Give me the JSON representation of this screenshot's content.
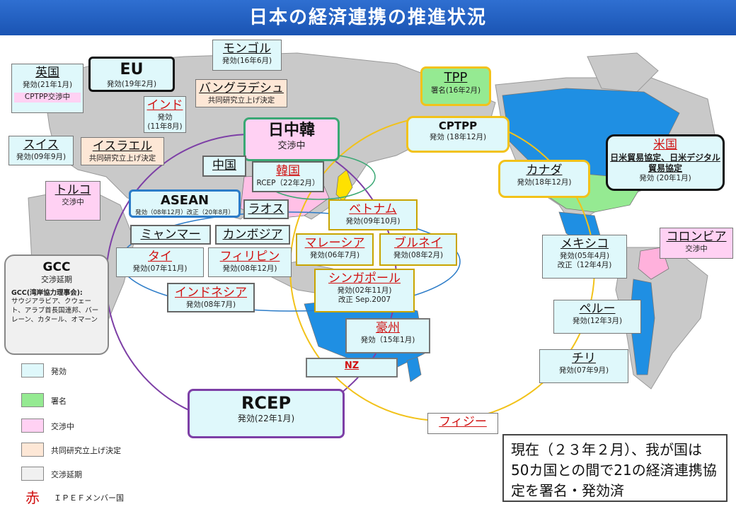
{
  "page": {
    "title": "日本の経済連携の推進状況"
  },
  "colors": {
    "in_force": "#dff8fb",
    "signed": "#95ea92",
    "negotiating": "#ffd1f3",
    "joint_study": "#fde7d6",
    "postponed": "#f0f0f0",
    "ipef_red": "#d11111"
  },
  "partners": {
    "mongolia": {
      "name": "モンゴル",
      "status": "発効(16年6月)"
    },
    "uk": {
      "name": "英国",
      "status": "発効(21年1月)",
      "note": "CPTPP交渉中"
    },
    "eu": {
      "name": "EU",
      "status": "発効(19年2月)"
    },
    "bangladesh": {
      "name": "バングラデシュ",
      "status": "共同研究立上げ決定"
    },
    "india": {
      "name": "インド",
      "status": "発効",
      "date": "(11年8月)"
    },
    "switzerland": {
      "name": "スイス",
      "status": "発効(09年9月)"
    },
    "israel": {
      "name": "イスラエル",
      "status": "共同研究立上げ決定"
    },
    "jck": {
      "name": "日中韓",
      "status": "交渉中"
    },
    "china": {
      "name": "中国"
    },
    "korea": {
      "name": "韓国",
      "status": "RCEP（22年2月）"
    },
    "turkey": {
      "name": "トルコ",
      "status": "交渉中"
    },
    "asean": {
      "name": "ASEAN",
      "status": "発効（08年12月）改正（20年8月）"
    },
    "laos": {
      "name": "ラオス"
    },
    "myanmar": {
      "name": "ミャンマー"
    },
    "cambodia": {
      "name": "カンボジア"
    },
    "thailand": {
      "name": "タイ",
      "status": "発効(07年11月)"
    },
    "philippines": {
      "name": "フィリピン",
      "status": "発効(08年12月)"
    },
    "indonesia": {
      "name": "インドネシア",
      "status": "発効(08年7月)"
    },
    "vietnam": {
      "name": "ベトナム",
      "status": "発効(09年10月)"
    },
    "malaysia": {
      "name": "マレーシア",
      "status": "発効(06年7月)"
    },
    "brunei": {
      "name": "ブルネイ",
      "status": "発効(08年2月)"
    },
    "singapore": {
      "name": "シンガポール",
      "status": "発効(02年11月)",
      "revision": "改正 Sep.2007"
    },
    "australia": {
      "name": "豪州",
      "status": "発効（15年1月)"
    },
    "nz": {
      "name": "NZ"
    },
    "gcc": {
      "name": "GCC",
      "status": "交渉延期",
      "desc_title": "GCC(湾岸協力理事会):",
      "desc": "サウジアラビア、クウェート、アラブ首長国連邦、バーレーン、カタール、オマーン"
    },
    "rcep": {
      "name": "RCEP",
      "status": "発効(22年1月)"
    },
    "tpp": {
      "name": "TPP",
      "status": "署名(16年2月)"
    },
    "cptpp": {
      "name": "CPTPP",
      "status": "発効 (18年12月)"
    },
    "canada": {
      "name": "カナダ",
      "status": "発効(18年12月)"
    },
    "usa": {
      "name": "米国",
      "agreement": "日米貿易協定、日米デジタル貿易協定",
      "status": "発効 (20年1月)"
    },
    "colombia": {
      "name": "コロンビア",
      "status": "交渉中"
    },
    "mexico": {
      "name": "メキシコ",
      "status": "発効(05年4月)",
      "revision": "改正（12年4月)"
    },
    "peru": {
      "name": "ペルー",
      "status": "発効(12年3月)"
    },
    "chile": {
      "name": "チリ",
      "status": "発効(07年9月)"
    },
    "fiji": {
      "name": "フィジー"
    }
  },
  "legend": [
    {
      "label": "発効",
      "color": "#dff8fb"
    },
    {
      "label": "署名",
      "color": "#95ea92"
    },
    {
      "label": "交渉中",
      "color": "#ffd1f3"
    },
    {
      "label": "共同研究立上げ決定",
      "color": "#fde7d6"
    },
    {
      "label": "交渉延期",
      "color": "#f0f0f0"
    }
  ],
  "legend_ipef": {
    "mark": "赤",
    "label": "ＩＰＥＦメンバー国"
  },
  "summary": "現在（２３年２月）、我が国は50カ国との間で21の経済連携協定を署名・発効済"
}
